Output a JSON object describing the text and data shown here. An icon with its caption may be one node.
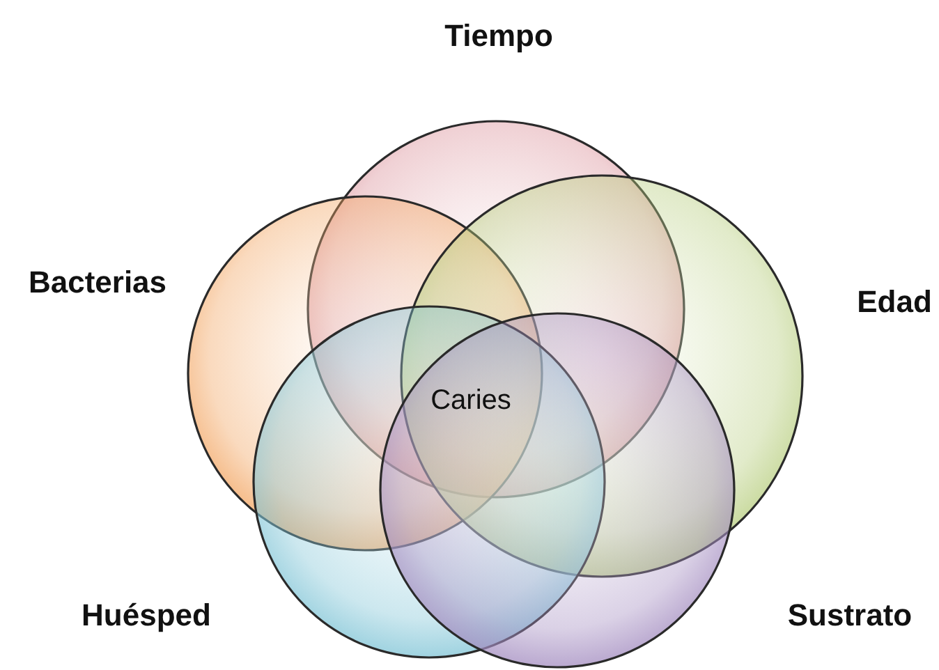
{
  "diagram": {
    "nodes": [
      {
        "text": [
          "Tiempo"
        ]
      },
      {
        "text": [
          "Bacterias"
        ]
      },
      {
        "text": [
          "Edad"
        ]
      },
      {
        "text": [
          "Huésped"
        ]
      },
      {
        "text": [
          "Sustrato"
        ]
      }
    ],
    "labels": [
      "Caries"
    ]
  }
}
